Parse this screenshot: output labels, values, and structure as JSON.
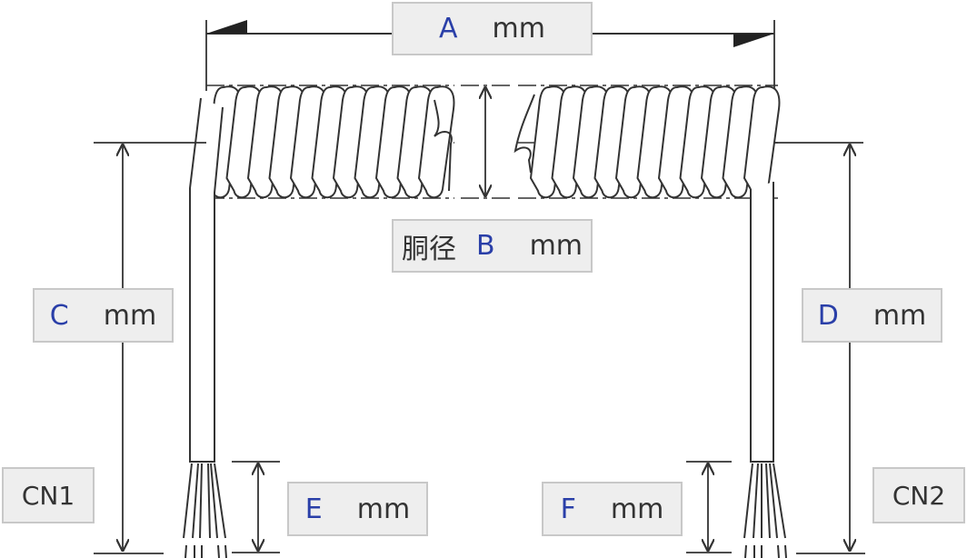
{
  "labels": {
    "a": {
      "var": "A",
      "unit": "mm"
    },
    "b": {
      "prefix": "胴径",
      "var": "B",
      "unit": "mm"
    },
    "c": {
      "var": "C",
      "unit": "mm"
    },
    "d": {
      "var": "D",
      "unit": "mm"
    },
    "e": {
      "var": "E",
      "unit": "mm"
    },
    "f": {
      "var": "F",
      "unit": "mm"
    }
  },
  "connectors": {
    "left": "CN1",
    "right": "CN2"
  },
  "colors": {
    "line": "#333333",
    "label_bg": "#eeeeee",
    "label_border": "#c8c8c8",
    "variable": "#2a3fa8"
  }
}
